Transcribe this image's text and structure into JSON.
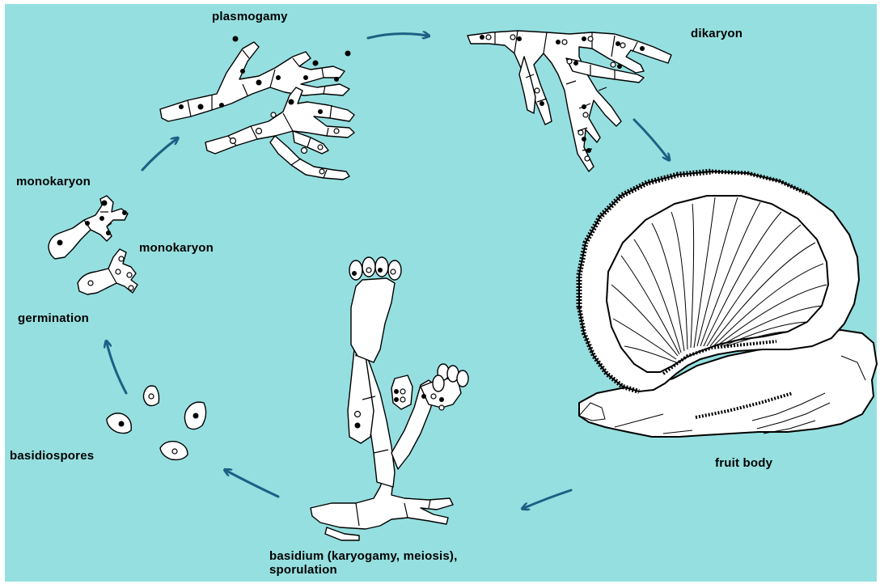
{
  "labels": {
    "plasmogamy": "plasmogamy",
    "dikaryon": "dikaryon",
    "monokaryon_1": "monokaryon",
    "monokaryon_2": "monokaryon",
    "germination": "germination",
    "basidiospores": "basidiospores",
    "fruit_body": "fruit body",
    "basidium_line1": "basidium (karyogamy, meiosis),",
    "basidium_line2": "sporulation"
  },
  "colors": {
    "background": "#96dfe0",
    "arrow": "#1e5f84"
  }
}
